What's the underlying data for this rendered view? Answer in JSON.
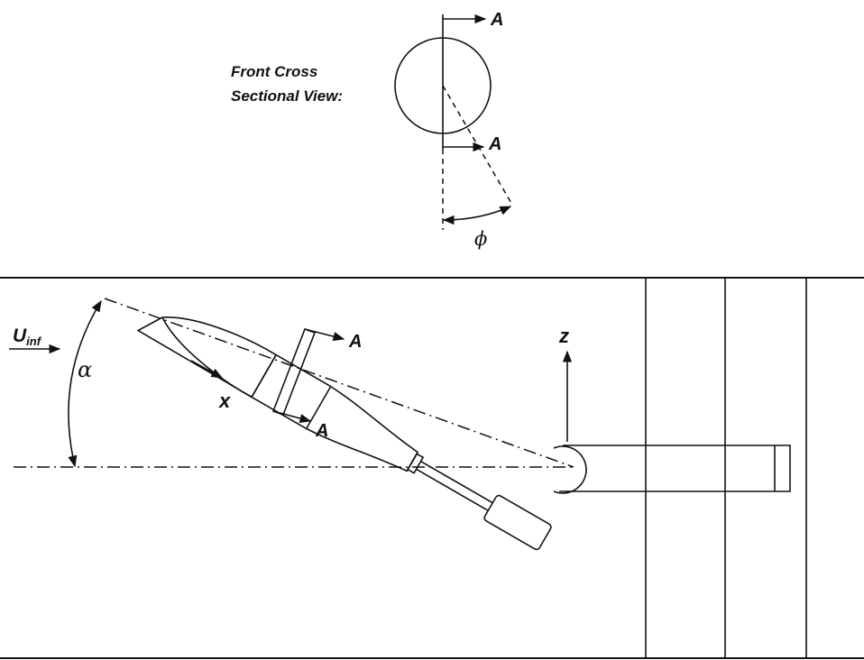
{
  "labels": {
    "front_cross_line1": "Front Cross",
    "front_cross_line2": "Sectional View:",
    "section_mark": "A",
    "phi": "ϕ",
    "alpha": "α",
    "u_inf_main": "U",
    "u_inf_sub": "inf",
    "x_axis": "x",
    "z_axis": "z"
  },
  "colors": {
    "ink": "#111111",
    "background": "#ffffff"
  }
}
